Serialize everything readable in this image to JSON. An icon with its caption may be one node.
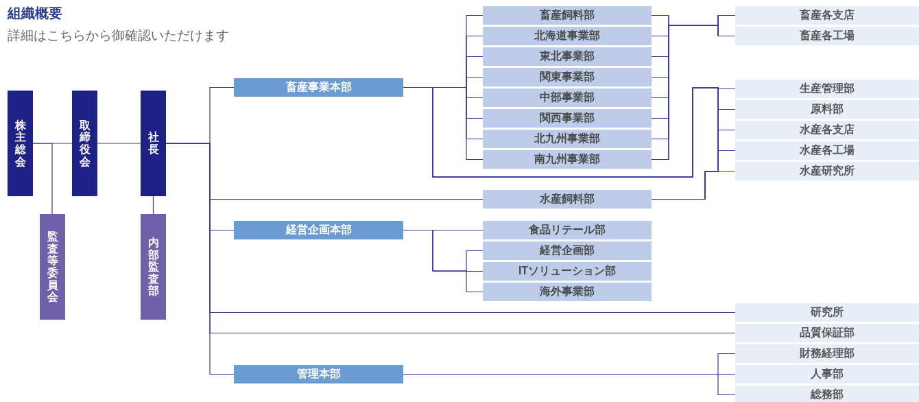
{
  "diagram": {
    "title": "組織概要",
    "nodes": [
      {
        "text": [
          "株主総会"
        ]
      },
      {
        "text": [
          "取締役会"
        ]
      },
      {
        "text": [
          "社長"
        ]
      },
      {
        "text": [
          "監査等委員会"
        ]
      },
      {
        "text": [
          "内部監査部"
        ]
      },
      {
        "text": [
          "畜産事業本部"
        ]
      },
      {
        "text": [
          "畜産飼料部"
        ]
      },
      {
        "text": [
          "北海道事業部"
        ]
      },
      {
        "text": [
          "東北事業部"
        ]
      },
      {
        "text": [
          "関東事業部"
        ]
      },
      {
        "text": [
          "中部事業部"
        ]
      },
      {
        "text": [
          "関西事業部"
        ]
      },
      {
        "text": [
          "北九州事業部"
        ]
      },
      {
        "text": [
          "南九州事業部"
        ]
      },
      {
        "text": [
          "畜産各支店"
        ]
      },
      {
        "text": [
          "畜産各工場"
        ]
      },
      {
        "text": [
          "生産管理部"
        ]
      },
      {
        "text": [
          "原料部"
        ]
      },
      {
        "text": [
          "水産各支店"
        ]
      },
      {
        "text": [
          "水産各工場"
        ]
      },
      {
        "text": [
          "水産研究所"
        ]
      },
      {
        "text": [
          "水産飼料部"
        ]
      },
      {
        "text": [
          "経営企画本部"
        ]
      },
      {
        "text": [
          "食品リテール部"
        ]
      },
      {
        "text": [
          "経営企画部"
        ]
      },
      {
        "text": [
          "ITソリューション部"
        ]
      },
      {
        "text": [
          "海外事業部"
        ]
      },
      {
        "text": [
          "研究所"
        ]
      },
      {
        "text": [
          "品質保証部"
        ]
      },
      {
        "text": [
          "管理本部"
        ]
      },
      {
        "text": [
          "財務経理部"
        ]
      },
      {
        "text": [
          "人事部"
        ]
      },
      {
        "text": [
          "総務部"
        ]
      }
    ],
    "edges": [
      {
        "from": 0,
        "to": 1,
        "arrow": "none"
      },
      {
        "from": 0,
        "to": 3,
        "arrow": "none"
      },
      {
        "from": 1,
        "to": 2,
        "arrow": "none"
      },
      {
        "from": 2,
        "to": 4,
        "arrow": "none"
      },
      {
        "from": 2,
        "to": 5,
        "arrow": "none"
      },
      {
        "from": 2,
        "to": 21,
        "arrow": "none"
      },
      {
        "from": 2,
        "to": 22,
        "arrow": "none"
      },
      {
        "from": 2,
        "to": 27,
        "arrow": "none"
      },
      {
        "from": 2,
        "to": 28,
        "arrow": "none"
      },
      {
        "from": 2,
        "to": 29,
        "arrow": "none"
      },
      {
        "from": 5,
        "to": 6,
        "arrow": "none"
      },
      {
        "from": 5,
        "to": 7,
        "arrow": "none"
      },
      {
        "from": 5,
        "to": 8,
        "arrow": "none"
      },
      {
        "from": 5,
        "to": 9,
        "arrow": "none"
      },
      {
        "from": 5,
        "to": 10,
        "arrow": "none"
      },
      {
        "from": 5,
        "to": 11,
        "arrow": "none"
      },
      {
        "from": 5,
        "to": 12,
        "arrow": "none"
      },
      {
        "from": 5,
        "to": 13,
        "arrow": "none"
      },
      {
        "from": 6,
        "to": 14,
        "arrow": "none"
      },
      {
        "from": 6,
        "to": 15,
        "arrow": "none"
      },
      {
        "from": 7,
        "to": 14,
        "arrow": "none"
      },
      {
        "from": 7,
        "to": 15,
        "arrow": "none"
      },
      {
        "from": 8,
        "to": 14,
        "arrow": "none"
      },
      {
        "from": 8,
        "to": 15,
        "arrow": "none"
      },
      {
        "from": 9,
        "to": 14,
        "arrow": "none"
      },
      {
        "from": 9,
        "to": 15,
        "arrow": "none"
      },
      {
        "from": 10,
        "to": 14,
        "arrow": "none"
      },
      {
        "from": 10,
        "to": 15,
        "arrow": "none"
      },
      {
        "from": 11,
        "to": 14,
        "arrow": "none"
      },
      {
        "from": 11,
        "to": 15,
        "arrow": "none"
      },
      {
        "from": 12,
        "to": 14,
        "arrow": "none"
      },
      {
        "from": 12,
        "to": 15,
        "arrow": "none"
      },
      {
        "from": 13,
        "to": 14,
        "arrow": "none"
      },
      {
        "from": 13,
        "to": 15,
        "arrow": "none"
      },
      {
        "from": 5,
        "to": 16,
        "arrow": "none"
      },
      {
        "from": 5,
        "to": 17,
        "arrow": "none"
      },
      {
        "from": 5,
        "to": 18,
        "arrow": "none"
      },
      {
        "from": 5,
        "to": 19,
        "arrow": "none"
      },
      {
        "from": 5,
        "to": 20,
        "arrow": "none"
      },
      {
        "from": 21,
        "to": 16,
        "arrow": "none"
      },
      {
        "from": 21,
        "to": 17,
        "arrow": "none"
      },
      {
        "from": 21,
        "to": 18,
        "arrow": "none"
      },
      {
        "from": 21,
        "to": 19,
        "arrow": "none"
      },
      {
        "from": 21,
        "to": 20,
        "arrow": "none"
      },
      {
        "from": 22,
        "to": 23,
        "arrow": "none"
      },
      {
        "from": 22,
        "to": 24,
        "arrow": "none"
      },
      {
        "from": 22,
        "to": 25,
        "arrow": "none"
      },
      {
        "from": 22,
        "to": 26,
        "arrow": "none"
      },
      {
        "from": 29,
        "to": 30,
        "arrow": "none"
      },
      {
        "from": 29,
        "to": 31,
        "arrow": "none"
      },
      {
        "from": 29,
        "to": 32,
        "arrow": "none"
      }
    ],
    "labels": [
      "詳細はこちらから御確認いただけます"
    ]
  }
}
